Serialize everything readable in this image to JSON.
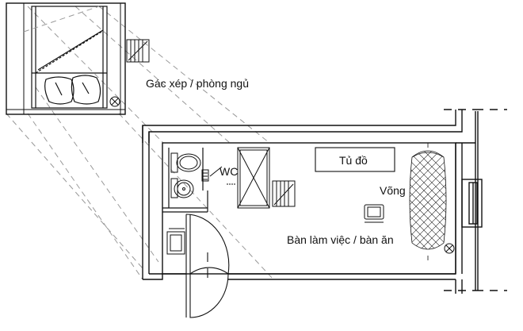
{
  "labels": {
    "loft": "Gác xép / phòng ngủ",
    "wc": "WC",
    "wardrobe": "Tủ đồ",
    "hammock": "Võng",
    "desk": "Bàn làm việc / bàn ăn"
  },
  "colors": {
    "line": "#111111",
    "thin_line": "#333333",
    "hidden_line": "#9a9a9a"
  }
}
